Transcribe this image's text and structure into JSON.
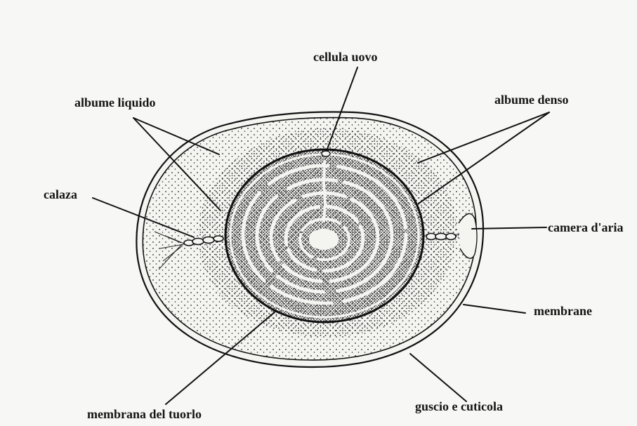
{
  "labels": {
    "cellula_uovo": "cellula uovo",
    "albume_liquido": "albume liquido",
    "albume_denso": "albume denso",
    "calaza": "calaza",
    "camera_aria": "camera d'aria",
    "membrane": "membrane",
    "membrana_tuorlo": "membrana del tuorlo",
    "guscio_cuticola": "guscio e cuticola"
  },
  "colors": {
    "ink": "#141414",
    "paper": "#f7f7f5"
  }
}
